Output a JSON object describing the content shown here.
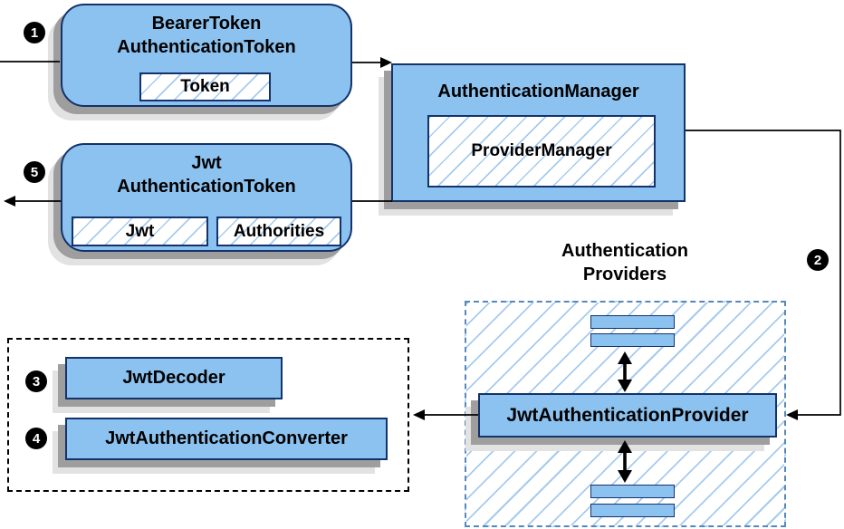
{
  "bearer_box": {
    "title1": "BearerToken",
    "title2": "AuthenticationToken",
    "token_label": "Token"
  },
  "manager_box": {
    "title": "AuthenticationManager",
    "inner_label": "ProviderManager"
  },
  "jwt_box": {
    "title1": "Jwt",
    "title2": "AuthenticationToken",
    "jwt_label": "Jwt",
    "authorities_label": "Authorities"
  },
  "providers_group": {
    "title1": "Authentication",
    "title2": "Providers",
    "provider_label": "JwtAuthenticationProvider"
  },
  "resolver_group": {
    "decoder_label": "JwtDecoder",
    "converter_label": "JwtAuthenticationConverter"
  },
  "steps": {
    "one": "1",
    "two": "2",
    "three": "3",
    "four": "4",
    "five": "5"
  },
  "colors": {
    "box_fill": "#8CC2F0",
    "box_border": "#14336B",
    "hatch_line": "#A6CBEE",
    "shadow_dark": "#9E9E9E",
    "shadow_light": "#E2E2E2",
    "dashed_blue_border": "#5588BB",
    "dashed_black_border": "#000000",
    "connector": "#000000",
    "badge_bg": "#000000",
    "badge_text": "#FFFFFF"
  }
}
